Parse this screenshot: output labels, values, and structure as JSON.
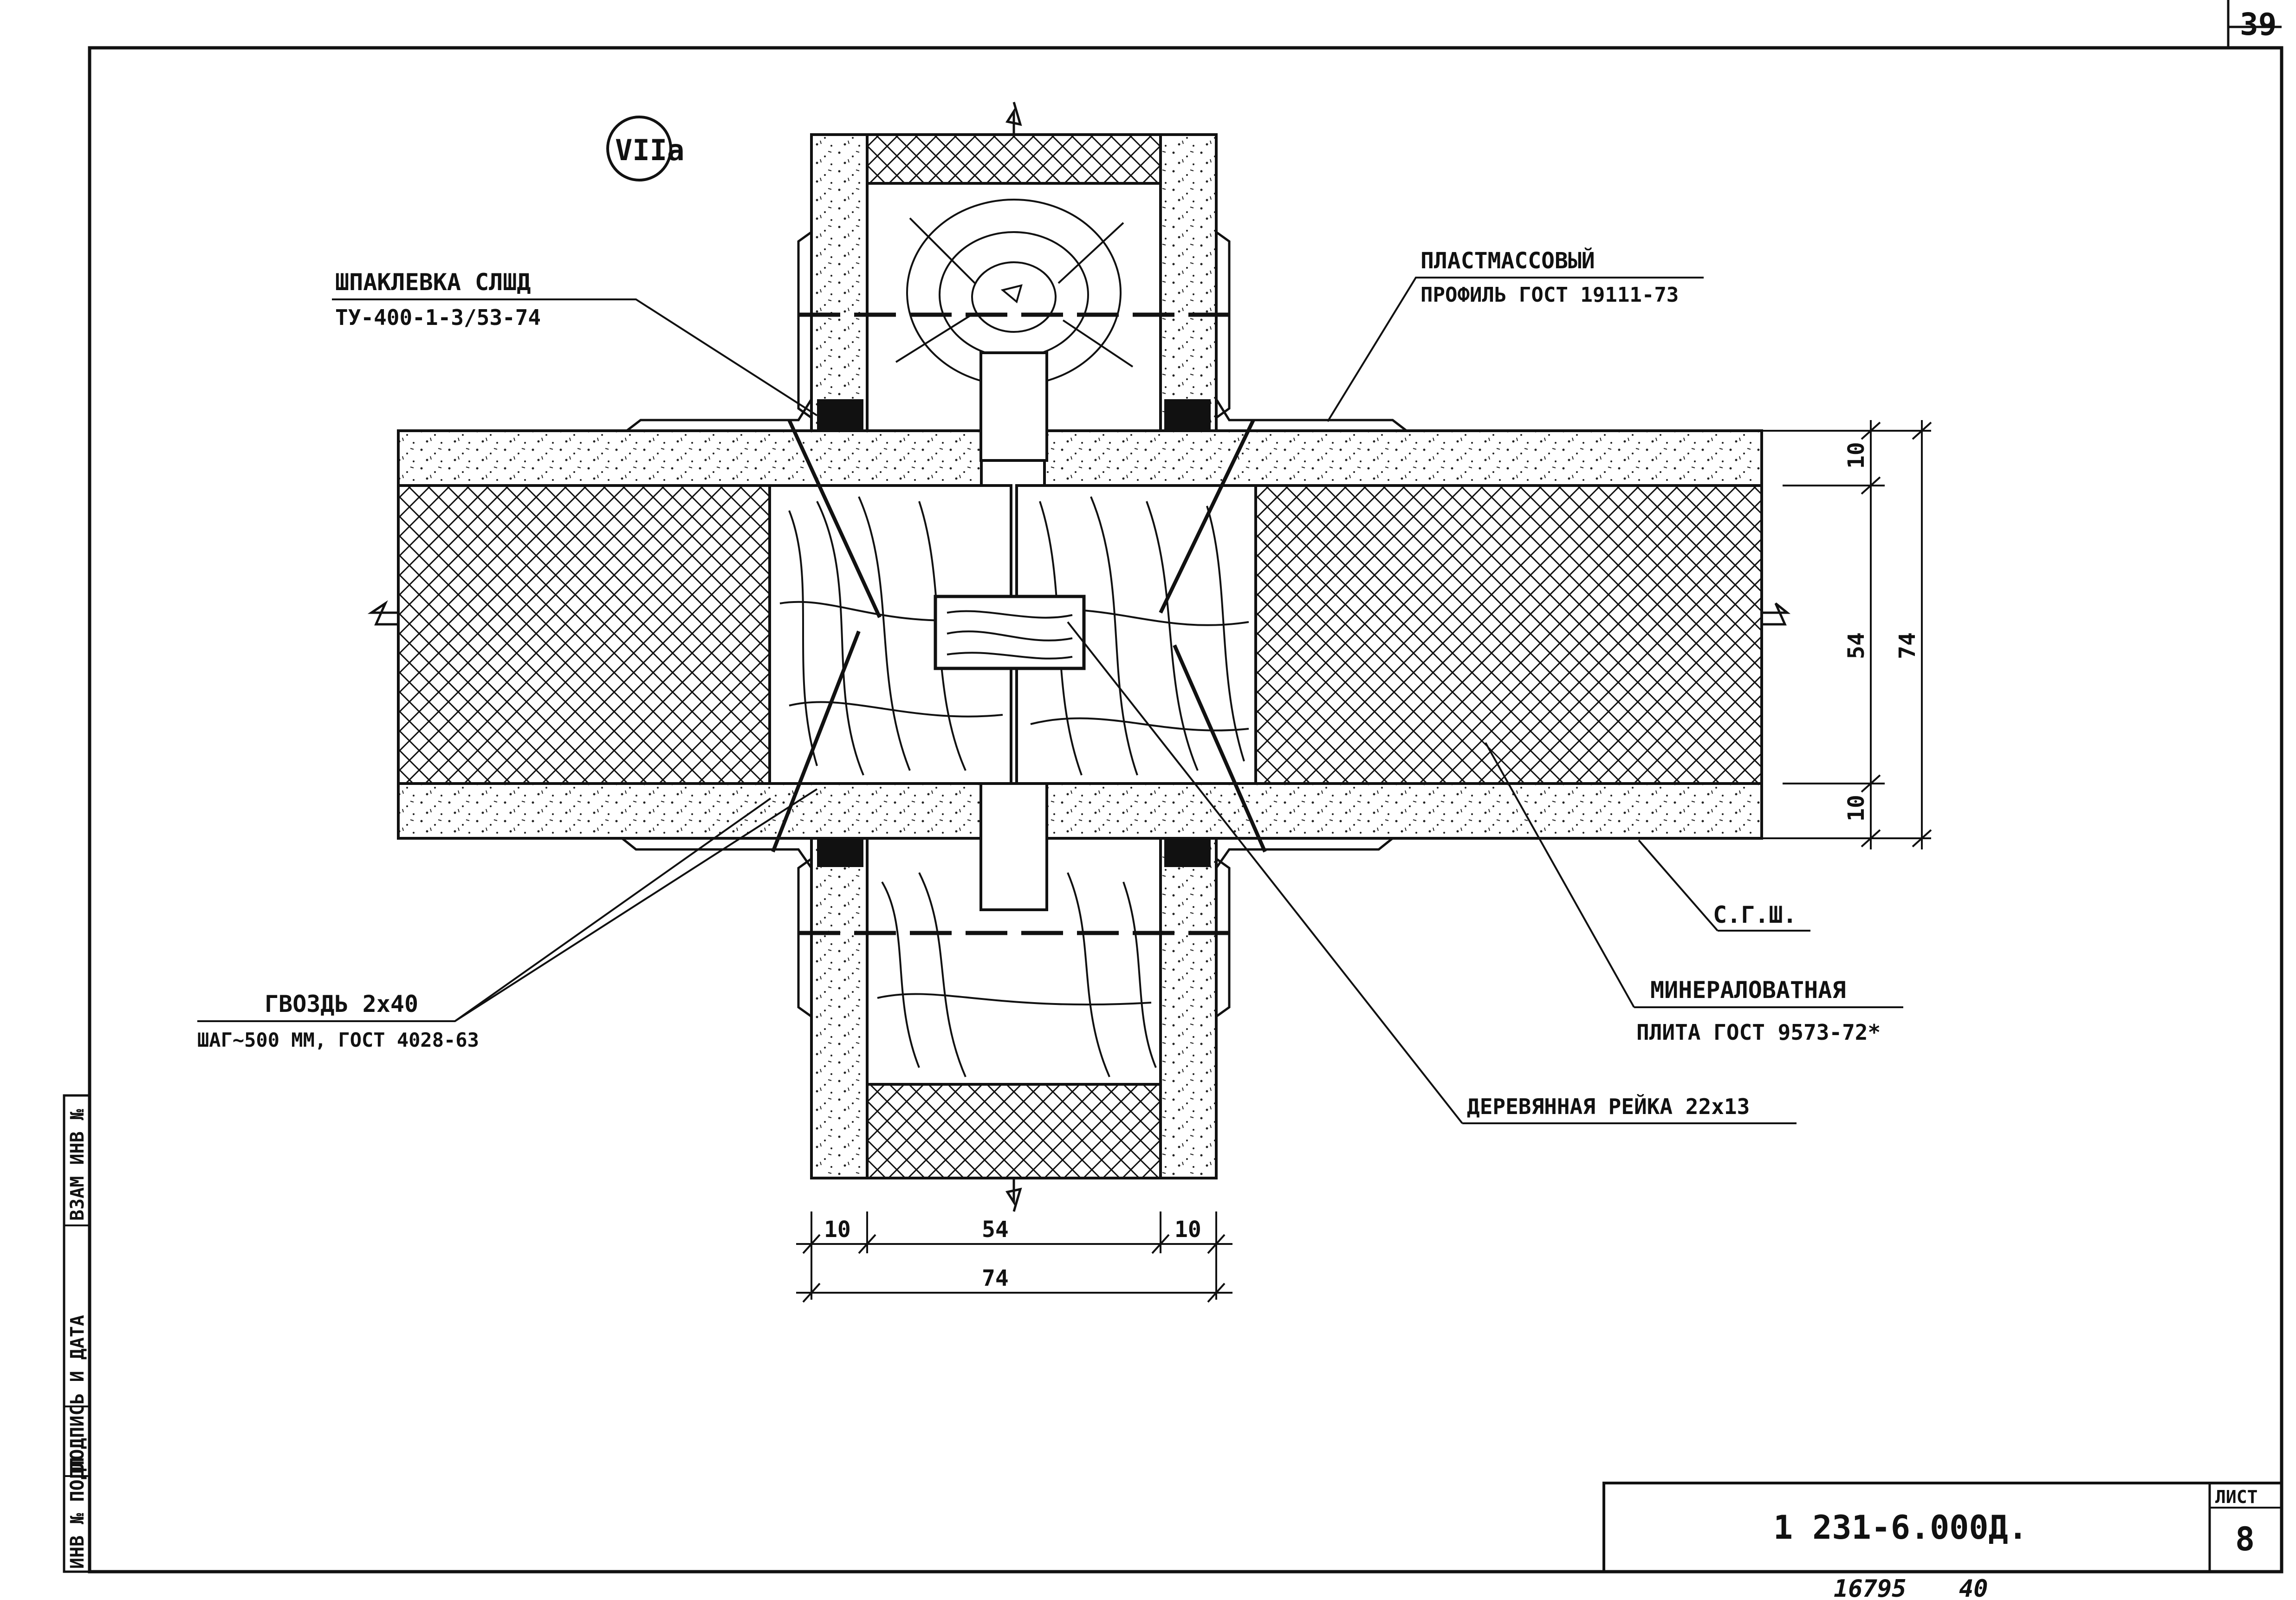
{
  "sheet": {
    "corner_page": "39",
    "section_mark": "VIIa",
    "doc_code": "1 231-6.000Д.",
    "sheet_label": "ЛИСТ",
    "sheet_number": "8",
    "bottom_number": "16795",
    "bottom_page": "40"
  },
  "side_stamp": {
    "cells": [
      "ИНВ № ПОДЛ",
      "ПОДПИСЬ И ДАТА",
      "ВЗАМ ИНВ №"
    ]
  },
  "labels": {
    "putty_1": "ШПАКЛЕВКА СЛШД",
    "putty_2": "ТУ-400-1-3/53-74",
    "plastic_1": "ПЛАСТМАССОВЫЙ",
    "plastic_2": "ПРОФИЛЬ ГОСТ 19111-73",
    "nail_1": "ГВОЗДЬ 2х40",
    "nail_2": "ШАГ~500 ММ, ГОСТ 4028-63",
    "csh": "С.Г.Ш.",
    "mineral_1": "МИНЕРАЛОВАТНАЯ",
    "mineral_2": "ПЛИТА ГОСТ 9573-72*",
    "wood_rail": "ДЕРЕВЯННАЯ РЕЙКА 22х13"
  },
  "dimensions": {
    "bottom_left": "10",
    "bottom_mid": "54",
    "bottom_right": "10",
    "bottom_total": "74",
    "right_top": "10",
    "right_mid": "54",
    "right_bottom": "10",
    "right_total": "74"
  }
}
